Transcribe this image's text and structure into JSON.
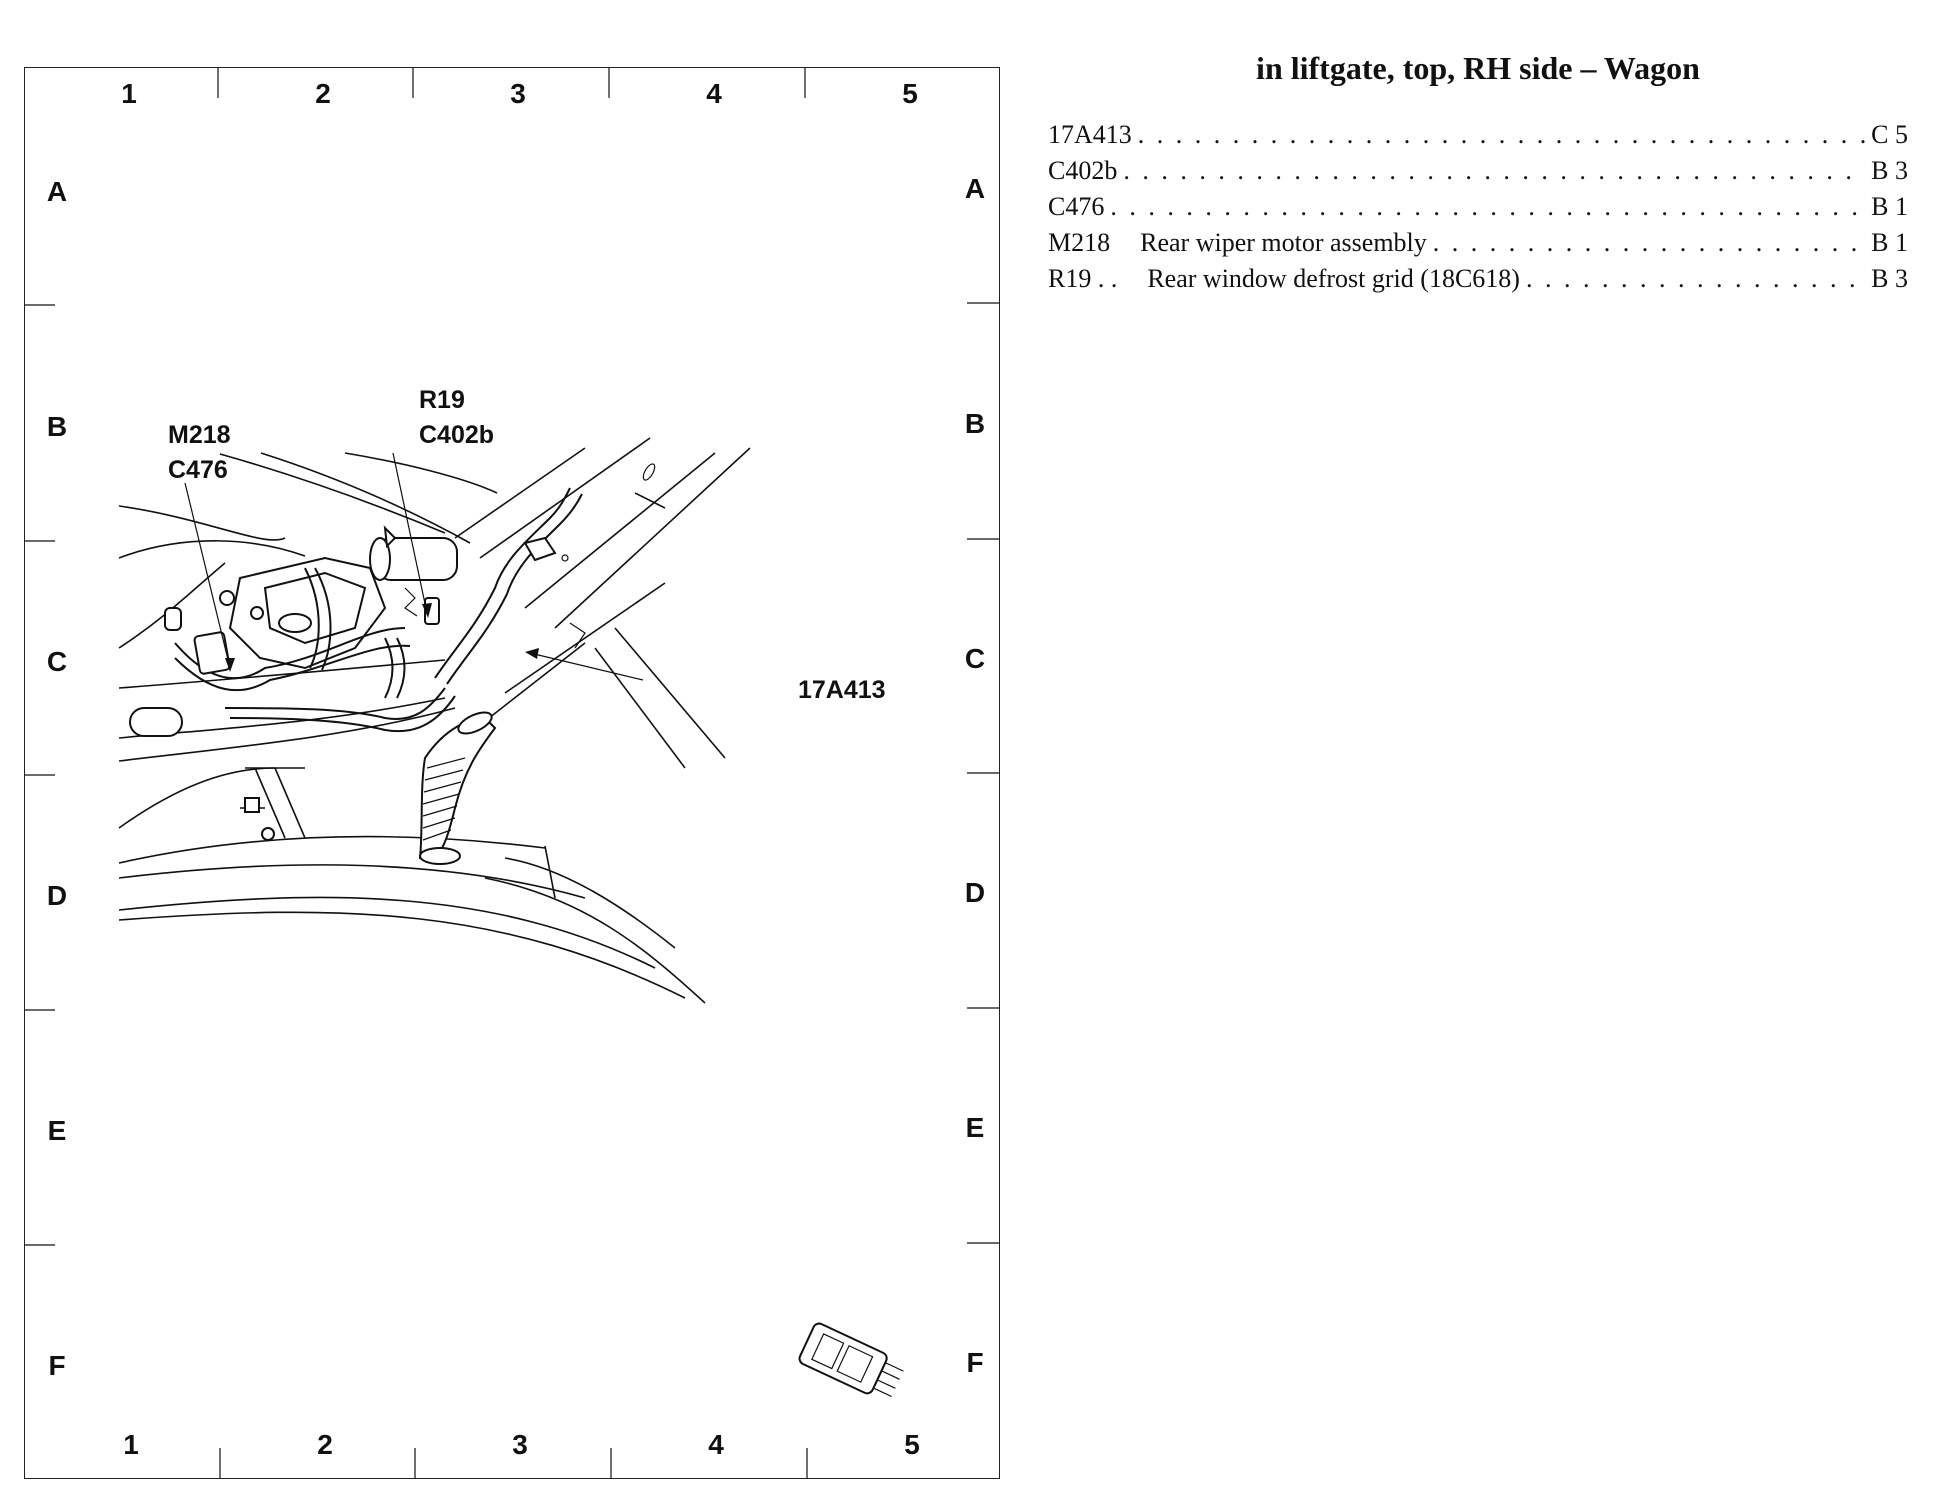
{
  "grid": {
    "columns": [
      "1",
      "2",
      "3",
      "4",
      "5"
    ],
    "rows": [
      "A",
      "B",
      "C",
      "D",
      "E",
      "F"
    ]
  },
  "callouts": {
    "m218": "M218",
    "c476": "C476",
    "r19": "R19",
    "c402b": "C402b",
    "harness": "17A413"
  },
  "index": {
    "title": "in liftgate, top, RH side – Wagon",
    "entries": [
      {
        "code": "17A413",
        "description": "",
        "location": "C 5"
      },
      {
        "code": "C402b",
        "description": "",
        "location": "B 3"
      },
      {
        "code": "C476",
        "description": "",
        "location": "B 1"
      },
      {
        "code": "M218",
        "description": "Rear wiper motor assembly",
        "location": "B 1"
      },
      {
        "code": "R19 . .",
        "description": "Rear window defrost grid (18C618)",
        "location": "B 3"
      }
    ]
  }
}
